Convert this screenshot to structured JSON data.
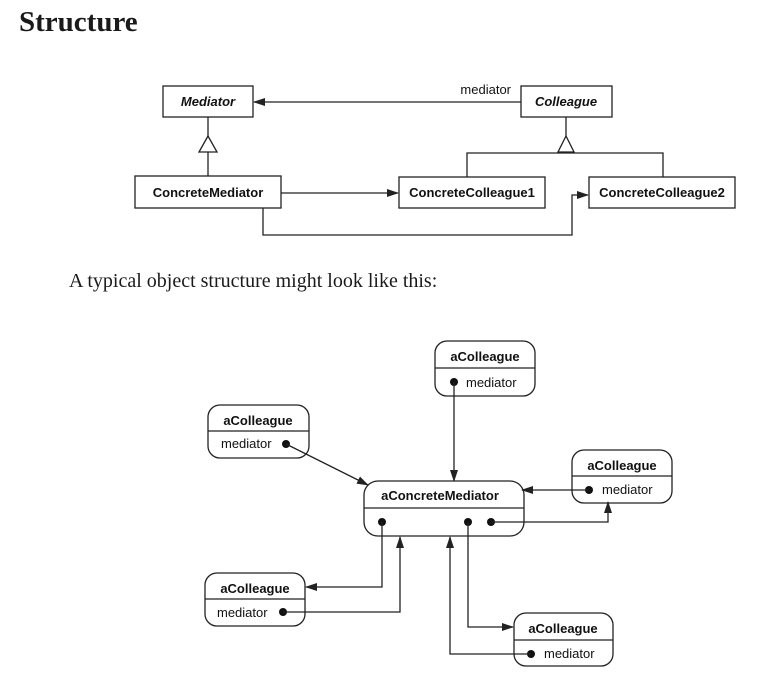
{
  "heading": "Structure",
  "class_diagram": {
    "classes": {
      "mediator": {
        "name": "Mediator",
        "abstract": true
      },
      "colleague": {
        "name": "Colleague",
        "abstract": true
      },
      "concrete_mediator": {
        "name": "ConcreteMediator",
        "abstract": false
      },
      "concrete_colleague1": {
        "name": "ConcreteColleague1",
        "abstract": false
      },
      "concrete_colleague2": {
        "name": "ConcreteColleague2",
        "abstract": false
      }
    },
    "association_label": "mediator",
    "relations": [
      {
        "type": "association",
        "from": "Colleague",
        "to": "Mediator",
        "label": "mediator"
      },
      {
        "type": "inheritance",
        "from": "ConcreteMediator",
        "to": "Mediator"
      },
      {
        "type": "inheritance",
        "from": "ConcreteColleague1",
        "to": "Colleague"
      },
      {
        "type": "inheritance",
        "from": "ConcreteColleague2",
        "to": "Colleague"
      },
      {
        "type": "association",
        "from": "ConcreteMediator",
        "to": "ConcreteColleague1"
      },
      {
        "type": "association",
        "from": "ConcreteMediator",
        "to": "ConcreteColleague2"
      }
    ]
  },
  "caption": "A typical object structure might look like this:",
  "object_diagram": {
    "center": {
      "name": "aConcreteMediator"
    },
    "objects": [
      {
        "name": "aColleague",
        "field": "mediator"
      },
      {
        "name": "aColleague",
        "field": "mediator"
      },
      {
        "name": "aColleague",
        "field": "mediator"
      },
      {
        "name": "aColleague",
        "field": "mediator"
      },
      {
        "name": "aColleague",
        "field": "mediator"
      }
    ]
  }
}
